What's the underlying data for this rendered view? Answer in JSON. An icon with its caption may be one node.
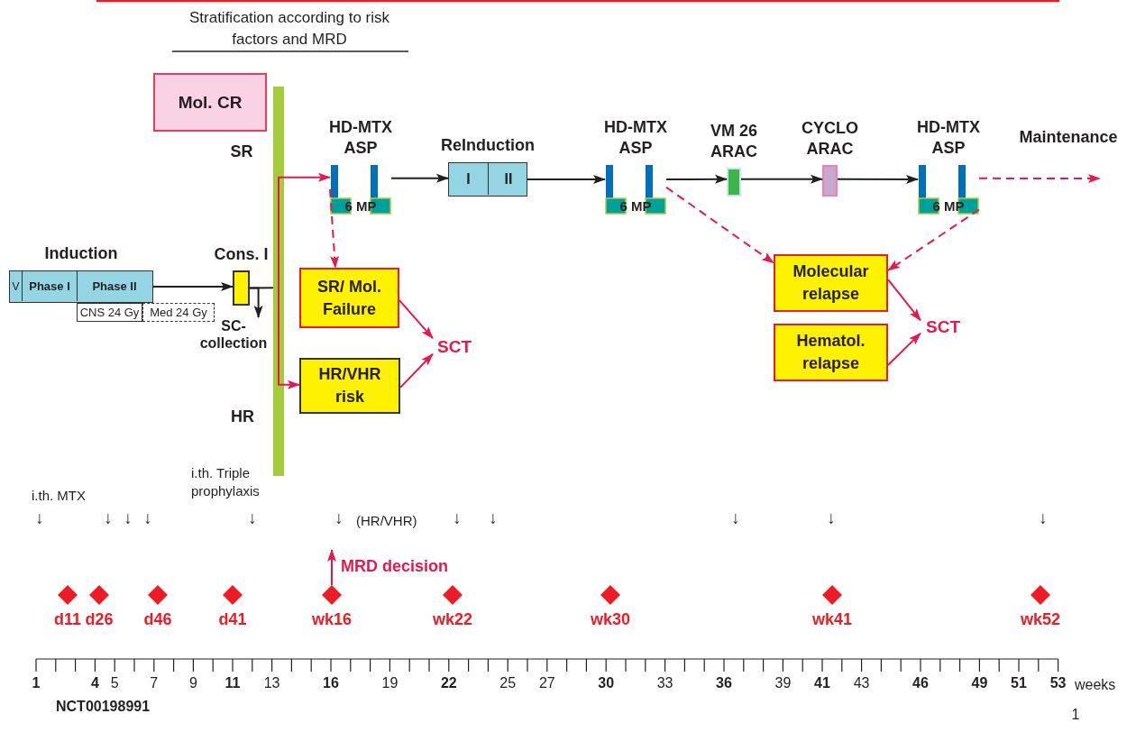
{
  "diagram": {
    "nodes": [
      {
        "text": [
          "Mol. CR"
        ]
      },
      {
        "text": [
          "HD-MTX ASP",
          "6 MP"
        ]
      },
      {
        "text": [
          "ReInduction"
        ]
      },
      {
        "text": [
          "I"
        ],
        "in": 2
      },
      {
        "text": [
          "II"
        ],
        "in": 2
      },
      {
        "text": [
          "HD-MTX ASP",
          "6 MP"
        ]
      },
      {
        "text": [
          "VM 26 ARAC"
        ]
      },
      {
        "text": [
          "CYCLO ARAC"
        ]
      },
      {
        "text": [
          "HD-MTX ASP",
          "6 MP"
        ]
      },
      {
        "text": [
          "Induction"
        ]
      },
      {
        "text": [
          "V"
        ],
        "in": 9
      },
      {
        "text": [
          "Phase I"
        ],
        "in": 9
      },
      {
        "text": [
          "Phase II"
        ],
        "in": 9
      },
      {
        "text": [
          "CNS 24 Gy"
        ]
      },
      {
        "text": [
          "Med 24 Gy"
        ]
      },
      {
        "text": [
          "Cons. I"
        ]
      },
      {
        "text": [
          "SC- collection"
        ]
      },
      {
        "text": [],
        "shape": "bar"
      },
      {
        "text": [
          "SR/ Mol. Failure"
        ]
      },
      {
        "text": [
          "HR/VHR risk"
        ]
      },
      {
        "text": [
          "SCT"
        ]
      },
      {
        "text": [
          "Molecular relapse"
        ]
      },
      {
        "text": [
          "Hematol. relapse"
        ]
      },
      {
        "text": [
          "SCT"
        ]
      },
      {
        "text": [
          "d11"
        ]
      },
      {
        "text": [
          "d26"
        ]
      },
      {
        "text": [
          "d46"
        ]
      },
      {
        "text": [
          "d41"
        ]
      },
      {
        "text": [
          "wk16"
        ]
      },
      {
        "text": [
          "wk22"
        ]
      },
      {
        "text": [
          "wk30"
        ]
      },
      {
        "text": [
          "wk41"
        ]
      },
      {
        "text": [
          "wk52"
        ]
      }
    ],
    "edges": [
      {
        "from": 9,
        "to": 15,
        "arrow": "to",
        "color": "#231f20"
      },
      {
        "from": 15,
        "to": 16,
        "arrow": "to",
        "color": "#231f20"
      },
      {
        "from": 15,
        "to": 17,
        "arrow": "none",
        "color": "#231f20"
      },
      {
        "from": 17,
        "to": 1,
        "arrow": "to"
      },
      {
        "from": 17,
        "to": 19,
        "arrow": "to"
      },
      {
        "from": 1,
        "to": 18,
        "arrow": "to",
        "style": "dashed"
      },
      {
        "from": 1,
        "to": 2,
        "arrow": "to",
        "color": "#231f20"
      },
      {
        "from": 2,
        "to": 5,
        "arrow": "to",
        "color": "#231f20"
      },
      {
        "from": 5,
        "to": 6,
        "arrow": "to",
        "color": "#231f20"
      },
      {
        "from": 6,
        "to": 7,
        "arrow": "to",
        "color": "#231f20"
      },
      {
        "from": 7,
        "to": 8,
        "arrow": "to",
        "color": "#231f20"
      },
      {
        "from": 8,
        "to": null,
        "arrow": "to",
        "style": "dashed"
      },
      {
        "from": 8,
        "to": 21,
        "arrow": "to",
        "style": "dashed"
      },
      {
        "from": 5,
        "to": 21,
        "arrow": "to",
        "style": "dashed"
      },
      {
        "from": 18,
        "to": 20,
        "arrow": "to"
      },
      {
        "from": 19,
        "to": 20,
        "arrow": "to"
      },
      {
        "from": 21,
        "to": 23,
        "arrow": "to"
      },
      {
        "from": 22,
        "to": 23,
        "arrow": "to"
      },
      {
        "from": 28,
        "to": null,
        "arrow": "to",
        "label": "MRD decision"
      }
    ],
    "labels": [
      "Stratification according to risk factors and MRD",
      "SR",
      "HR",
      "Maintenance",
      "i.th. MTX",
      "i.th. Triple prophylaxis",
      "↓",
      "↓",
      "↓",
      "↓",
      "↓",
      "↓",
      "(HR/VHR)",
      "↓",
      "↓",
      "↓",
      "↓",
      "↓",
      "1",
      "4",
      "5",
      "7",
      "9",
      "11",
      "13",
      "16",
      "19",
      "22",
      "25",
      "27",
      "30",
      "33",
      "36",
      "39",
      "41",
      "43",
      "46",
      "49",
      "51",
      "53",
      "weeks",
      "1",
      "NCT00198991"
    ]
  }
}
